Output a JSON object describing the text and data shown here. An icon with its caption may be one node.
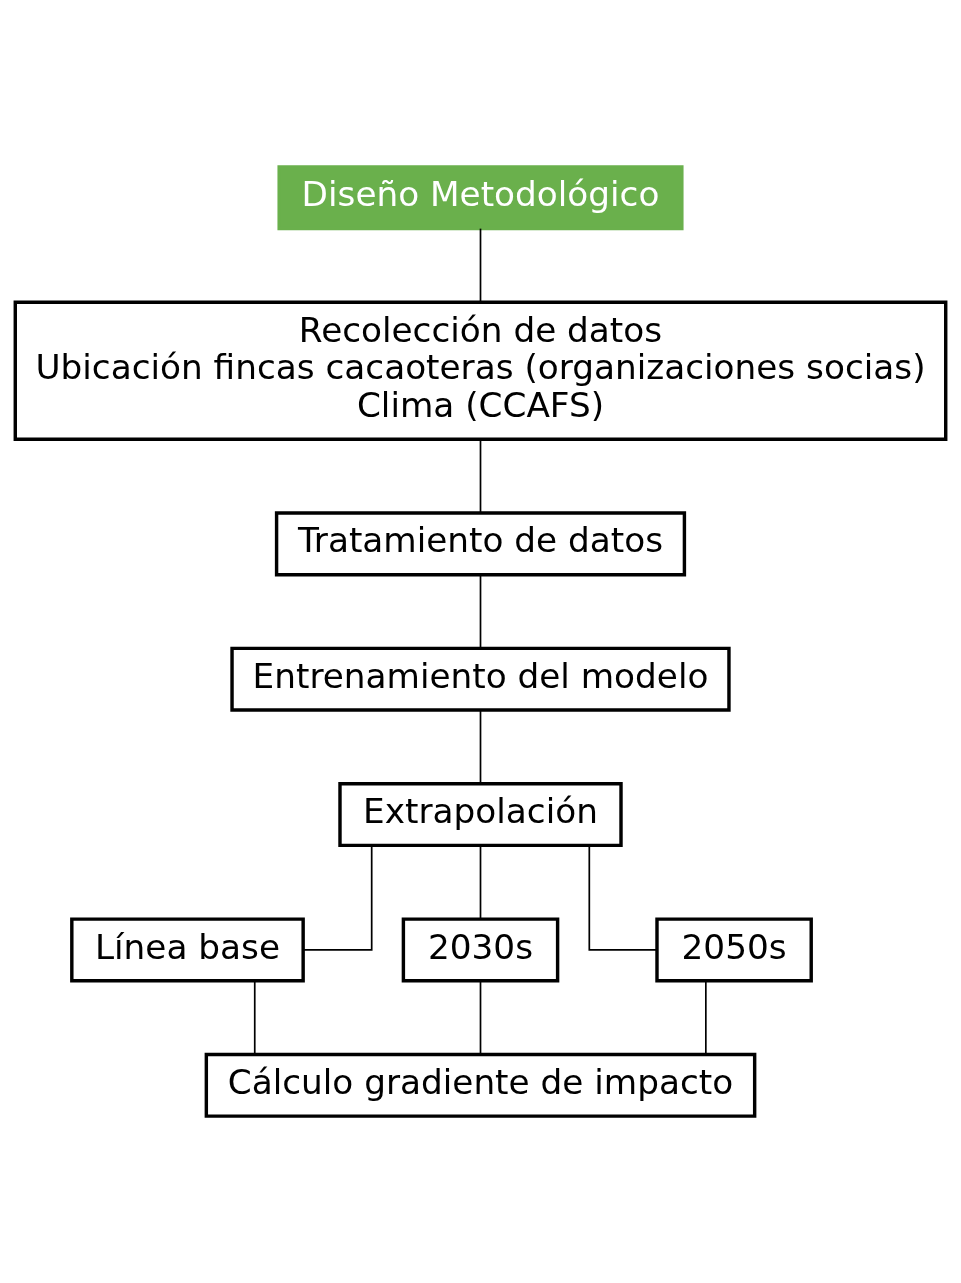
{
  "diagram": {
    "nodes": [
      {
        "text": [
          "Diseño Metodológico"
        ]
      },
      {
        "text": [
          "Recolección de datos",
          "Ubicación fincas cacaoteras (organizaciones socias)",
          "Clima (CCAFS)"
        ]
      },
      {
        "text": [
          "Tratamiento de datos"
        ]
      },
      {
        "text": [
          "Entrenamiento del modelo"
        ]
      },
      {
        "text": [
          "Extrapolación"
        ]
      },
      {
        "text": [
          "Línea base"
        ]
      },
      {
        "text": [
          "2030s"
        ]
      },
      {
        "text": [
          "2050s"
        ]
      },
      {
        "text": [
          "Cálculo gradiente de impacto"
        ]
      }
    ],
    "edges": [
      {
        "from": 0,
        "to": 1,
        "arrow": "none"
      },
      {
        "from": 1,
        "to": 2,
        "arrow": "none"
      },
      {
        "from": 2,
        "to": 3,
        "arrow": "none"
      },
      {
        "from": 3,
        "to": 4,
        "arrow": "none"
      },
      {
        "from": 4,
        "to": 5,
        "arrow": "none"
      },
      {
        "from": 4,
        "to": 6,
        "arrow": "none"
      },
      {
        "from": 4,
        "to": 7,
        "arrow": "none"
      },
      {
        "from": 5,
        "to": 8,
        "arrow": "none"
      },
      {
        "from": 6,
        "to": 8,
        "arrow": "none"
      },
      {
        "from": 7,
        "to": 8,
        "arrow": "none"
      }
    ]
  }
}
